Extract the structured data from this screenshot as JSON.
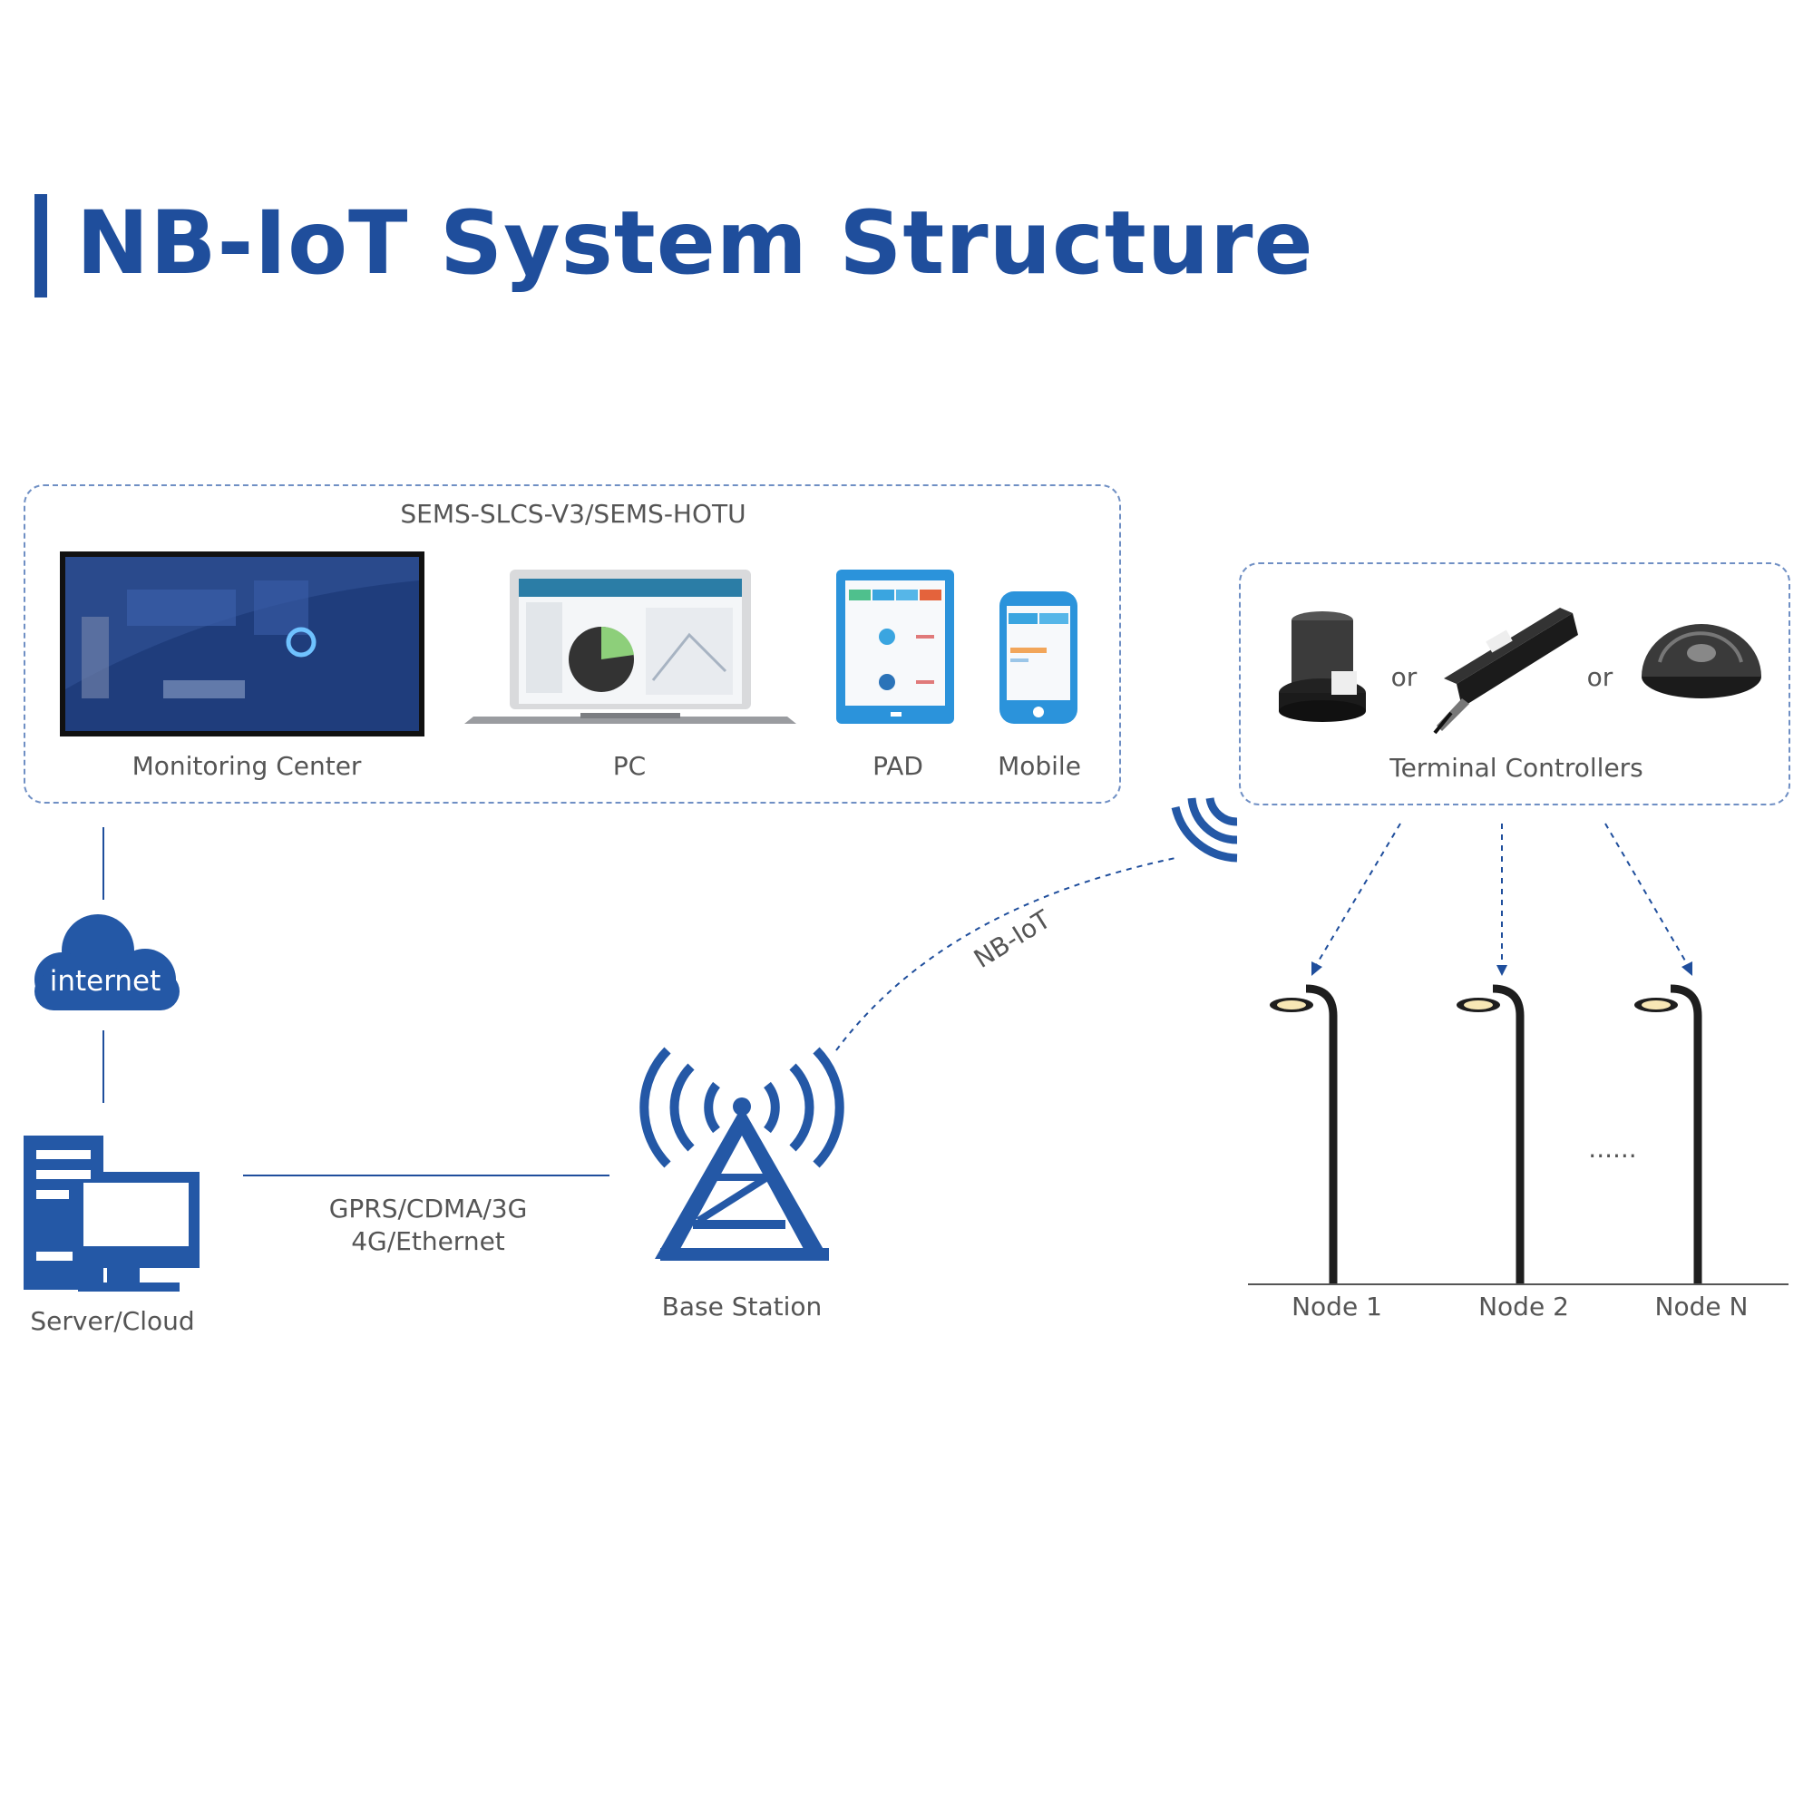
{
  "header": {
    "title": "NB-IoT System Structure"
  },
  "client_group": {
    "label": "SEMS-SLCS-V3/SEMS-HOTU",
    "devices": [
      "Monitoring Center",
      "PC",
      "PAD",
      "Mobile"
    ]
  },
  "cloud": {
    "label": "internet"
  },
  "server": {
    "label": "Server/Cloud"
  },
  "link": {
    "line1": "GPRS/CDMA/3G",
    "line2": "4G/Ethernet"
  },
  "base_station": {
    "label": "Base Station"
  },
  "wireless": {
    "label": "NB-IoT"
  },
  "terminal_group": {
    "label": "Terminal Controllers",
    "separator_1": "or",
    "separator_2": "or"
  },
  "nodes": {
    "node_1": "Node 1",
    "node_2": "Node 2",
    "node_n": "Node N",
    "ellipsis": "......"
  },
  "colors": {
    "brand": "#1f4e9c",
    "dash": "#6f8fc4",
    "text": "#555555"
  }
}
